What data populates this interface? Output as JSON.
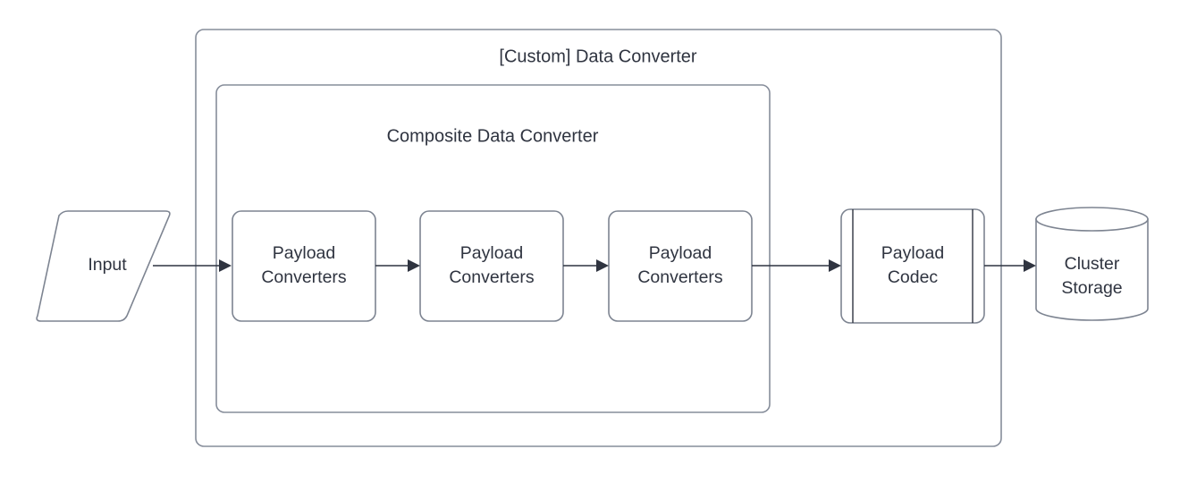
{
  "diagram": {
    "title": "[Custom] Data Converter",
    "background_color": "#ffffff",
    "stroke_color": "#7d8491",
    "container_stroke_color": "#868d9a",
    "text_color": "#2f3440",
    "groups": [
      {
        "id": "custom-data-converter",
        "label": "[Custom] Data Converter",
        "shape": "rounded-rectangle"
      },
      {
        "id": "composite-data-converter",
        "label": "Composite Data Converter",
        "shape": "rounded-rectangle"
      }
    ],
    "nodes": [
      {
        "id": "input",
        "label": "Input",
        "shape": "parallelogram"
      },
      {
        "id": "payload-converters-1",
        "label_line_1": "Payload",
        "label_line_2": "Converters",
        "shape": "rounded-rectangle"
      },
      {
        "id": "payload-converters-2",
        "label_line_1": "Payload",
        "label_line_2": "Converters",
        "shape": "rounded-rectangle"
      },
      {
        "id": "payload-converters-3",
        "label_line_1": "Payload",
        "label_line_2": "Converters",
        "shape": "rounded-rectangle"
      },
      {
        "id": "payload-codec",
        "label_line_1": "Payload",
        "label_line_2": "Codec",
        "shape": "process"
      },
      {
        "id": "cluster-storage",
        "label_line_1": "Cluster",
        "label_line_2": "Storage",
        "shape": "cylinder"
      }
    ],
    "edges": [
      {
        "id": "edge-input-to-pc1",
        "from": "input",
        "to": "payload-converters-1",
        "arrow": "filled-triangle"
      },
      {
        "id": "edge-pc1-to-pc2",
        "from": "payload-converters-1",
        "to": "payload-converters-2",
        "arrow": "filled-triangle"
      },
      {
        "id": "edge-pc2-to-pc3",
        "from": "payload-converters-2",
        "to": "payload-converters-3",
        "arrow": "filled-triangle"
      },
      {
        "id": "edge-pc3-to-codec",
        "from": "payload-converters-3",
        "to": "payload-codec",
        "arrow": "filled-triangle"
      },
      {
        "id": "edge-codec-to-storage",
        "from": "payload-codec",
        "to": "cluster-storage",
        "arrow": "filled-triangle"
      }
    ]
  }
}
